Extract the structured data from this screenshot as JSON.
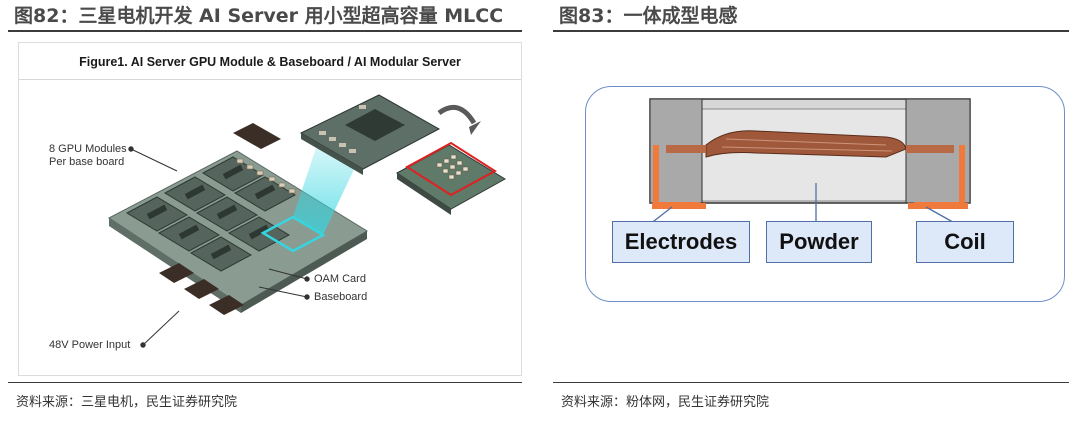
{
  "left_figure": {
    "title": "图82：三星电机开发 AI Server 用小型超高容量 MLCC",
    "inner_caption": "Figure1. AI Server GPU Module & Baseboard / AI Modular Server",
    "labels": {
      "gpu_modules_line1": "8 GPU Modules",
      "gpu_modules_line2": "Per base board",
      "oam_card": "OAM Card",
      "baseboard": "Baseboard",
      "power_input": "48V Power Input"
    },
    "source": "资料来源：三星电机，民生证券研究院"
  },
  "right_figure": {
    "title": "图83：一体成型电感",
    "labels": {
      "electrodes": "Electrodes",
      "powder": "Powder",
      "coil": "Coil"
    },
    "source": "资料来源：粉体网，民生证券研究院"
  },
  "colors": {
    "title_text": "#4a4a4a",
    "rule": "#3c3c3c",
    "board_green": "#6e8a78",
    "chip_dark": "#3f4a45",
    "highlight_cyan": "#35d6e0",
    "callout_red": "#e02020",
    "frame_blue": "#6f8fc4",
    "label_box_fill": "#dde8f8",
    "electrode_orange": "#f07a3c",
    "coil_brown": "#a0583a"
  }
}
